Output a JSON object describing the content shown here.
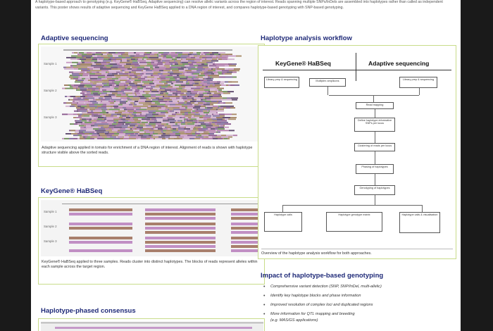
{
  "intro": "A haplotype-based approach to genotyping (e.g. KeyGene® HaBSeq, Adaptive sequencing) can resolve allelic variants across the region of interest. Reads spanning multiple SNPs/InDels are assembled into haplotypes rather than called as independent variants. This poster shows results of adaptive sequencing and KeyGene HaBSeq applied to a DNA region of interest, and compares haplotype-based genotyping with SNP-based genotyping.",
  "left": {
    "adaptive": {
      "title": "Adaptive sequencing",
      "row_labels": [
        "Sample 1",
        "Sample 2",
        "Sample 3"
      ],
      "caption": "Adaptive sequencing applied in tomato for enrichment of a DNA region of interest. Alignment of reads is shown with haplotype structure visible above the sorted reads."
    },
    "habseq": {
      "title": "KeyGene® HaBSeq",
      "row_labels": [
        "Sample 1",
        "Sample 2",
        "Sample 3"
      ],
      "caption": "KeyGene® HaBSeq applied to three samples. Reads cluster into distinct haplotypes. The blocks of reads represent alleles within each sample across the target region."
    },
    "consensus": {
      "title": "Haplotype-phased consensus"
    }
  },
  "right": {
    "workflow": {
      "title": "Haplotype analysis workflow",
      "col_left": "KeyGene® HaBSeq",
      "col_right": "Adaptive sequencing",
      "steps": {
        "lib_left": "Library prep & sequencing",
        "amp": "Multiplex amplicons",
        "lib_right": "Library prep & sequencing",
        "s1": "Read mapping",
        "s2": "Define haplotype-informative SNPs per locus",
        "s3": "Clustering of reads per locus",
        "s4": "Phasing of haplotypes",
        "s5": "Genotyping of haplotypes",
        "out_left": "Haplotype calls",
        "out_mid": "Haplotype genotype matrix",
        "out_right": "Haplotype calls & visualisation"
      },
      "caption": "Overview of the haplotype analysis workflow for both approaches."
    },
    "impact": {
      "title": "Impact of haplotype-based genotyping",
      "bullets": [
        "Comprehensive variant detection (SNP, SNP/InDel, multi-allelic)",
        "Identify key haplotype blocks and phase information",
        "Improved resolution of complex loci and duplicated regions",
        "More information for QTL mapping and breeding",
        "(e.g. MAS/GS applications)"
      ]
    }
  }
}
